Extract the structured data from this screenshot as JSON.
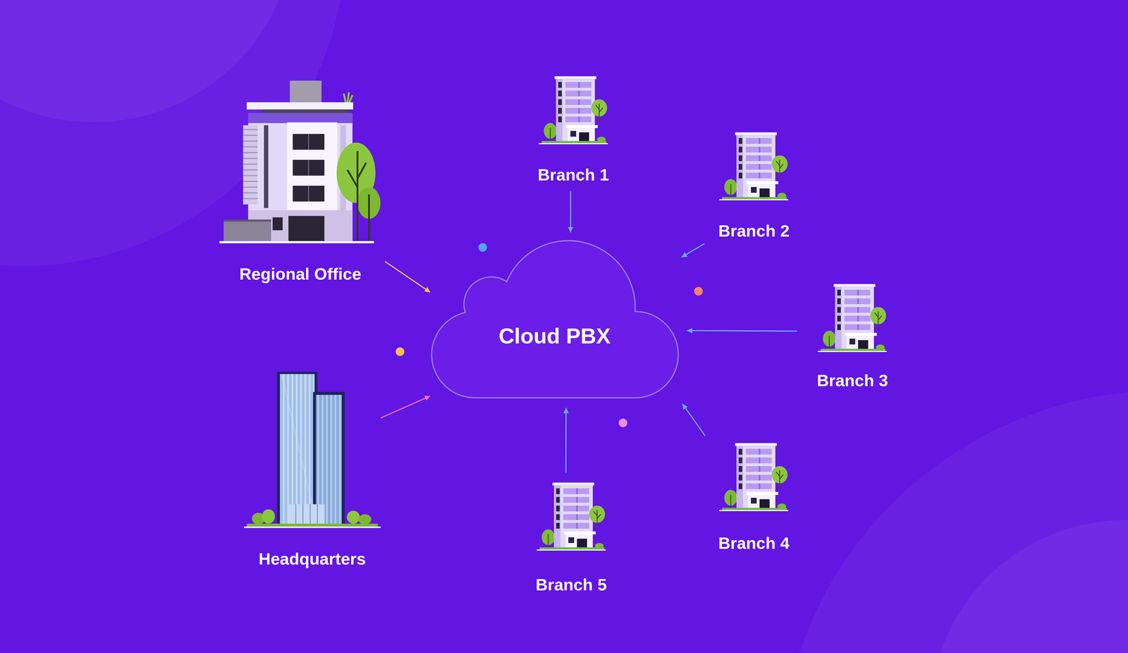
{
  "diagram": {
    "nodes": [
      {
        "text": [
          "Regional Office"
        ]
      },
      {
        "text": [
          "Branch 1"
        ]
      },
      {
        "text": [
          "Branch 2"
        ]
      },
      {
        "text": [
          "Cloud PBX"
        ]
      },
      {
        "text": [
          "Branch 3"
        ]
      },
      {
        "text": [
          "Headquarters"
        ]
      },
      {
        "text": [
          "Branch 4"
        ]
      },
      {
        "text": [
          "Branch 5"
        ]
      }
    ],
    "edges": [
      {
        "from": 0,
        "to": 3,
        "arrow": "to"
      },
      {
        "from": 1,
        "to": 3,
        "arrow": "to"
      },
      {
        "from": 2,
        "to": 3,
        "arrow": "to"
      },
      {
        "from": 4,
        "to": 3,
        "arrow": "to"
      },
      {
        "from": 5,
        "to": 3,
        "arrow": "to"
      },
      {
        "from": 6,
        "to": 3,
        "arrow": "to"
      },
      {
        "from": 7,
        "to": 3,
        "arrow": "to"
      }
    ]
  }
}
